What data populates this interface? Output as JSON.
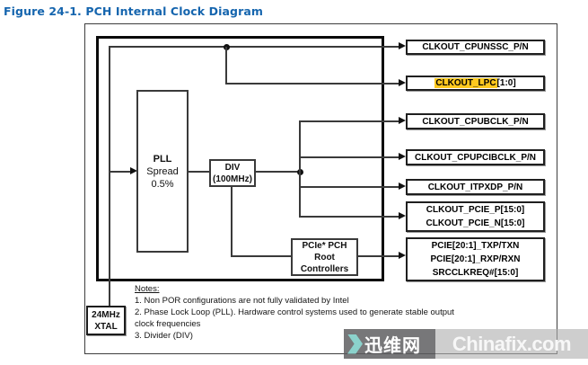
{
  "figure": {
    "title": "Figure 24-1. PCH Internal Clock Diagram"
  },
  "blocks": {
    "pll": {
      "name": "PLL",
      "sub1": "Spread",
      "sub2": "0.5%"
    },
    "div": {
      "name": "DIV",
      "sub": "(100MHz)"
    },
    "pcie_root": {
      "line1": "PCIe* PCH",
      "line2": "Root",
      "line3": "Controllers"
    },
    "xtal": {
      "line1": "24MHz",
      "line2": "XTAL"
    }
  },
  "outputs": {
    "cpunssc": "CLKOUT_CPUNSSC_P/N",
    "lpc_highlight": "CLKOUT_LPC",
    "lpc_suffix": "[1:0]",
    "cpubclk": "CLKOUT_CPUBCLK_P/N",
    "cpupcibclk": "CLKOUT_CPUPCIBCLK_P/N",
    "itpxdp": "CLKOUT_ITPXDP_P/N",
    "pcie_p": "CLKOUT_PCIE_P[15:0]",
    "pcie_n": "CLKOUT_PCIE_N[15:0]",
    "pcie_tx": "PCIE[20:1]_TXP/TXN",
    "pcie_rx": "PCIE[20:1]_RXP/RXN",
    "srcclkreq": "SRCCLKREQ#[15:0]"
  },
  "notes": {
    "heading": "Notes:",
    "line1": "1.  Non POR configurations are not fully validated by Intel",
    "line2": "2.  Phase Lock Loop (PLL).  Hardware control systems used to generate stable output",
    "line2_cont": "clock frequencies",
    "line3": "3.  Divider (DIV)"
  },
  "watermark": {
    "site_cn": "迅维网",
    "site_en": "Chinafix.com"
  },
  "colors": {
    "title_blue": "#1565AE",
    "highlight_yellow": "#FFC81E",
    "watermark_teal": "#8BD2CC"
  }
}
